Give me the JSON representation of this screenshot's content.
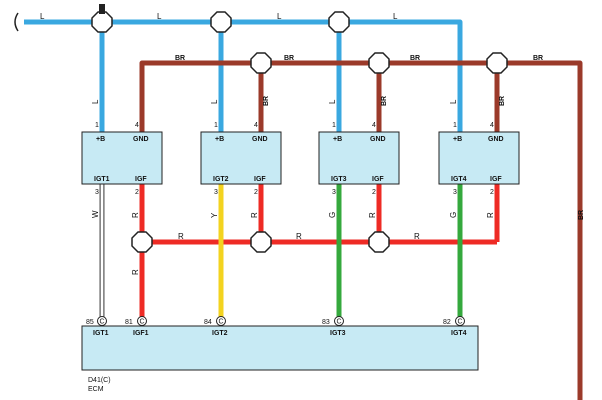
{
  "wire_colors": {
    "L": "#3aa8e0",
    "BR": "#9b3a2a",
    "R": "#ee2b25",
    "Y": "#f3d31f",
    "G": "#35a93d",
    "W": "#ffffff"
  },
  "top_wire_labels": [
    "L",
    "L",
    "L",
    "L"
  ],
  "br_wire_labels": [
    "BR",
    "BR",
    "BR",
    "BR",
    "BR",
    "BR",
    "BR"
  ],
  "l_vertical_labels": [
    "L",
    "L",
    "L",
    "L"
  ],
  "igniters": [
    {
      "pins": [
        "1",
        "4",
        "3",
        "2"
      ],
      "terminals": [
        "+B",
        "GND",
        "IGT1",
        "IGF"
      ],
      "signal_color_code": "W"
    },
    {
      "pins": [
        "1",
        "4",
        "3",
        "2"
      ],
      "terminals": [
        "+B",
        "GND",
        "IGT2",
        "IGF"
      ],
      "signal_color_code": "Y"
    },
    {
      "pins": [
        "1",
        "4",
        "3",
        "2"
      ],
      "terminals": [
        "+B",
        "GND",
        "IGT3",
        "IGF"
      ],
      "signal_color_code": "G"
    },
    {
      "pins": [
        "1",
        "4",
        "3",
        "2"
      ],
      "terminals": [
        "+B",
        "GND",
        "IGT4",
        "IGF"
      ],
      "signal_color_code": "G"
    }
  ],
  "igf_labels": [
    "R",
    "R",
    "R",
    "R",
    "R",
    "R",
    "R",
    "R"
  ],
  "ecm": {
    "pins": [
      {
        "num": "85",
        "label": "IGT1",
        "conn": "C"
      },
      {
        "num": "81",
        "label": "IGF1",
        "conn": "C"
      },
      {
        "num": "84",
        "label": "IGT2",
        "conn": "C"
      },
      {
        "num": "83",
        "label": "IGT3",
        "conn": "C"
      },
      {
        "num": "82",
        "label": "IGT4",
        "conn": "C"
      }
    ],
    "connector_id": "D41(C)",
    "name": "ECM"
  }
}
